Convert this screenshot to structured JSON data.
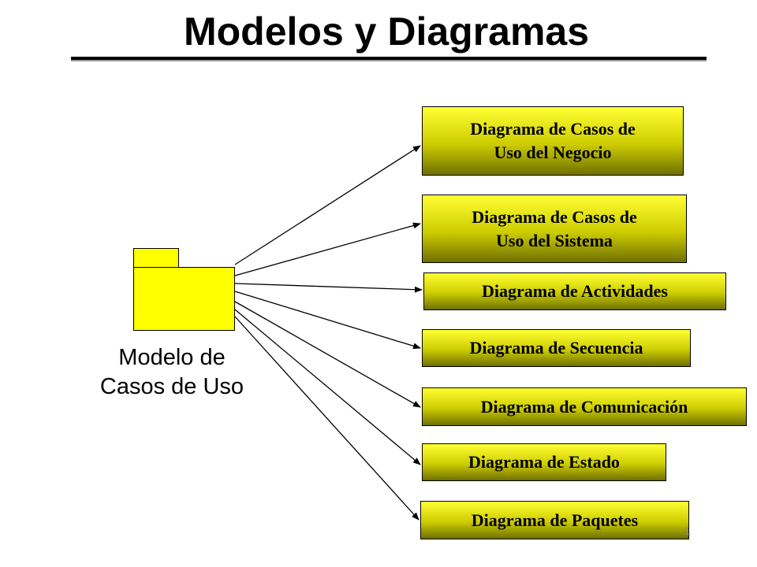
{
  "slide": {
    "title": "Modelos y Diagramas",
    "page_number": "1"
  },
  "model": {
    "label_line1": "Modelo de",
    "label_line2": "Casos de Uso",
    "icon": "package-folder-icon",
    "fill_color": "#ffff00"
  },
  "diagrams": [
    {
      "line1": "Diagrama de Casos de",
      "line2": "Uso del Negocio"
    },
    {
      "line1": "Diagrama de Casos de",
      "line2": "Uso del Sistema"
    },
    {
      "line1": "Diagrama de Actividades"
    },
    {
      "line1": "Diagrama de Secuencia"
    },
    {
      "line1": "Diagrama de Comunicación"
    },
    {
      "line1": "Diagrama de Estado"
    },
    {
      "line1": "Diagrama de Paquetes"
    }
  ],
  "colors": {
    "box_top": "#ffff33",
    "box_bottom": "#707000",
    "rule": "#000000"
  }
}
